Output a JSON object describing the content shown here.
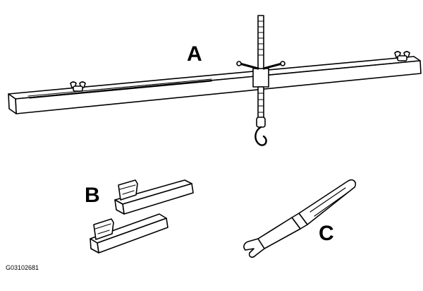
{
  "callouts": {
    "a": "A",
    "b": "B",
    "c": "C"
  },
  "figure_code": "G03102681",
  "parts": [
    {
      "id": "a",
      "icon": "support-bar-with-hook"
    },
    {
      "id": "b",
      "icon": "bracket-pair"
    },
    {
      "id": "c",
      "icon": "fork-lever-tool"
    }
  ]
}
